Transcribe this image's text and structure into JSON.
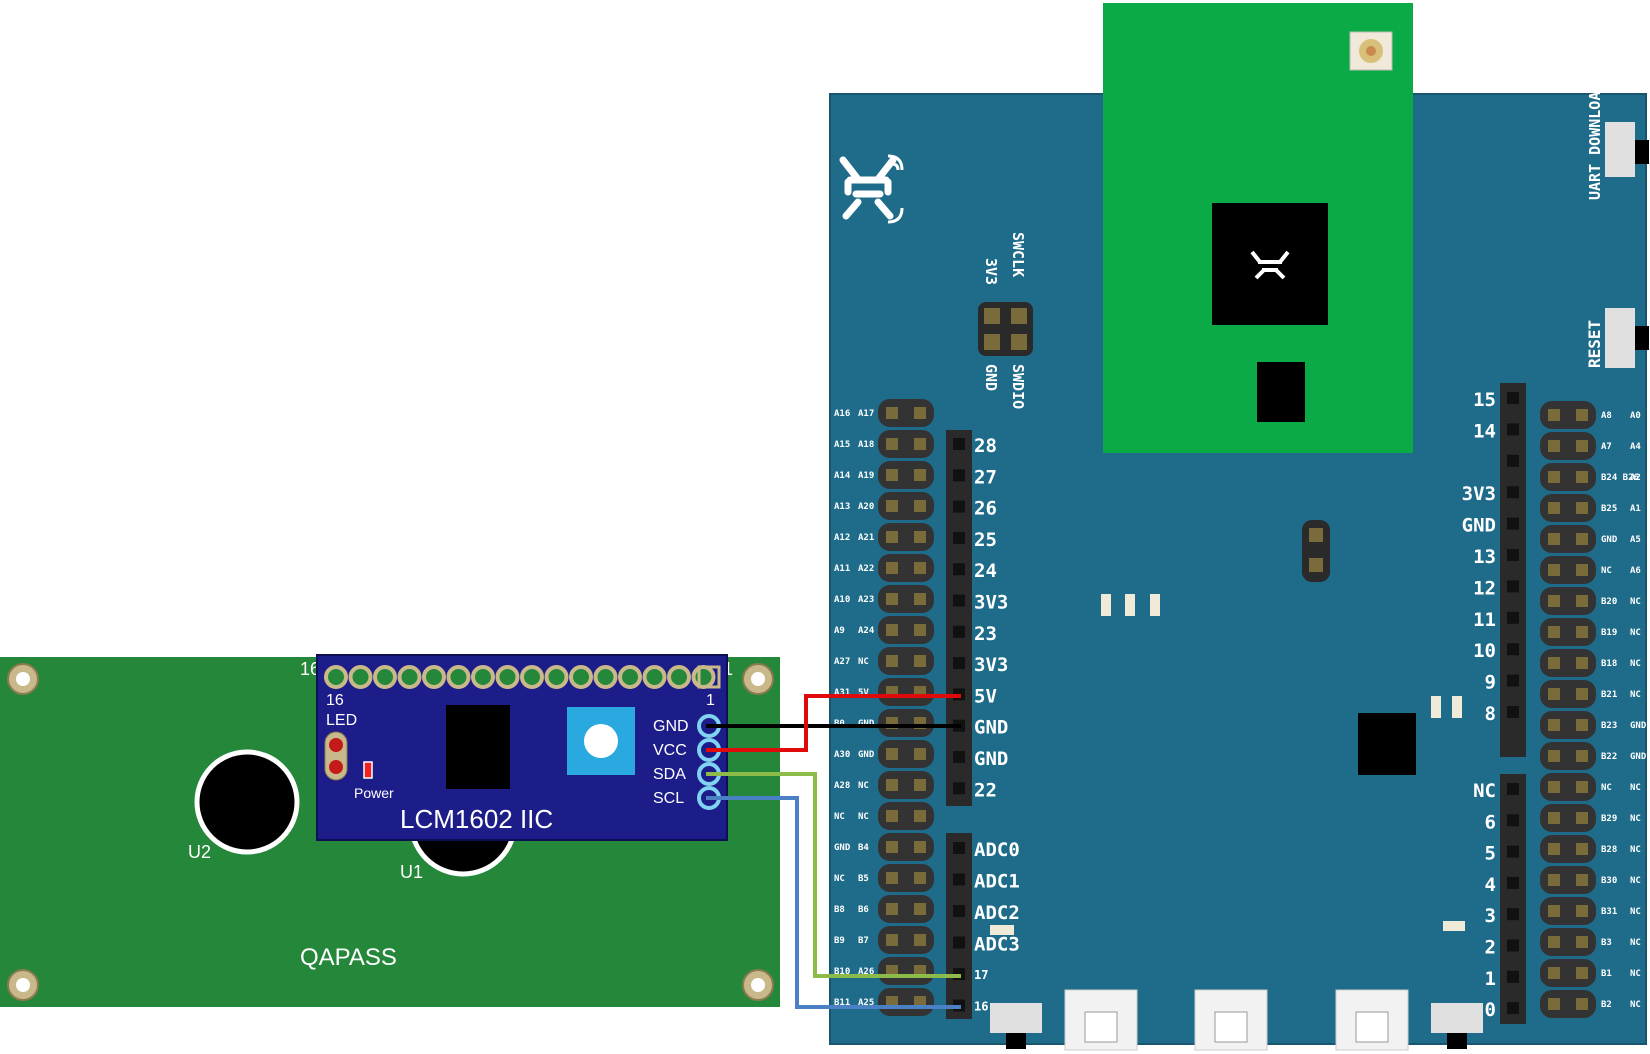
{
  "colors": {
    "board_blue": "#1e6b8a",
    "module_green": "#0aab46",
    "lcd_green": "#25873a",
    "i2c_board": "#1d1d8a",
    "wire_red": "#e10a0a",
    "wire_black": "#000000",
    "wire_green": "#8cbb4a",
    "wire_blue": "#4a80c4"
  },
  "lcd": {
    "brand": "QAPASS",
    "u1": "U1",
    "u2": "U2",
    "corner_16": "16",
    "corner_1": "1"
  },
  "i2c": {
    "title": "LCM1602 IIC",
    "pin16": "16",
    "pin1": "1",
    "led": "LED",
    "power": "Power",
    "pins": [
      "GND",
      "VCC",
      "SDA",
      "SCL"
    ]
  },
  "board": {
    "switch_top": "UART DOWNLOAD",
    "switch_reset": "RESET",
    "swd_top": [
      "3V3",
      "SWCLK"
    ],
    "swd_bottom": [
      "GND",
      "SWDIO"
    ],
    "left_outer_labels": [
      [
        "A16",
        "A17"
      ],
      [
        "A15",
        "A18"
      ],
      [
        "A14",
        "A19"
      ],
      [
        "A13",
        "A20"
      ],
      [
        "A12",
        "A21"
      ],
      [
        "A11",
        "A22"
      ],
      [
        "A10",
        "A23"
      ],
      [
        "A9",
        "A24"
      ],
      [
        "A27",
        "NC"
      ],
      [
        "A31",
        "5V"
      ],
      [
        "B0",
        "GND"
      ],
      [
        "A30",
        "GND"
      ],
      [
        "A28",
        "NC"
      ],
      [
        "NC",
        "NC"
      ],
      [
        "GND",
        "B4"
      ],
      [
        "NC",
        "B5"
      ],
      [
        "B8",
        "B6"
      ],
      [
        "B9",
        "B7"
      ],
      [
        "B10",
        "A26"
      ],
      [
        "B11",
        "A25"
      ]
    ],
    "left_inner_top": [
      "28",
      "27",
      "26",
      "25",
      "24",
      "3V3",
      "23",
      "3V3",
      "5V",
      "GND",
      "GND",
      "22"
    ],
    "left_inner_bottom": [
      "ADC0",
      "ADC1",
      "ADC2",
      "ADC3",
      "17",
      "16"
    ],
    "right_inner_top": [
      "15",
      "14",
      "",
      "3V3",
      "GND",
      "13",
      "12",
      "11",
      "10",
      "9",
      "8"
    ],
    "right_inner_bottom": [
      "NC",
      "6",
      "5",
      "4",
      "3",
      "2",
      "1",
      "0"
    ],
    "right_outer_labels": [
      [
        "A8",
        "A0"
      ],
      [
        "A7",
        "A4"
      ],
      [
        "B24 B26",
        "A2"
      ],
      [
        "B25",
        "A1"
      ],
      [
        "GND",
        "A5"
      ],
      [
        "NC",
        "A6"
      ],
      [
        "B20",
        "NC"
      ],
      [
        "B19",
        "NC"
      ],
      [
        "B18",
        "NC"
      ],
      [
        "B21",
        "NC"
      ],
      [
        "B23",
        "GND"
      ],
      [
        "B22",
        "GND"
      ],
      [
        "NC",
        "NC"
      ],
      [
        "B29",
        "NC"
      ],
      [
        "B28",
        "NC"
      ],
      [
        "B30",
        "NC"
      ],
      [
        "B31",
        "NC"
      ],
      [
        "B3",
        "NC"
      ],
      [
        "B1",
        "NC"
      ],
      [
        "B2",
        "NC"
      ]
    ]
  }
}
